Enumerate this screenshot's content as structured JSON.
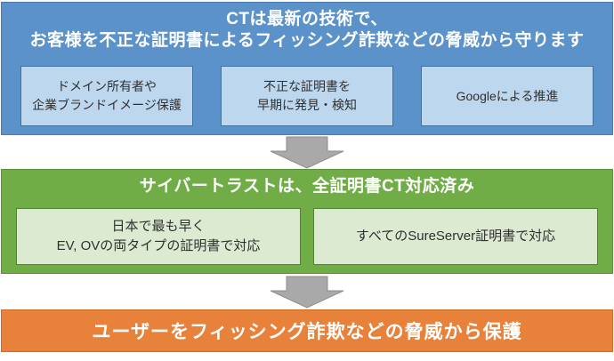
{
  "blue_section": {
    "title_line1": "CTは最新の技術で、",
    "title_line2": "お客様を不正な証明書によるフィッシング詐欺などの脅威から守ります",
    "boxes": [
      {
        "lines": [
          "ドメイン所有者や",
          "企業ブランドイメージ保護"
        ]
      },
      {
        "lines": [
          "不正な証明書を",
          "早期に発見・検知"
        ]
      },
      {
        "lines": [
          "Googleによる推進"
        ]
      }
    ]
  },
  "green_section": {
    "title": "サイバートラストは、全証明書CT対応済み",
    "boxes": [
      {
        "lines": [
          "日本で最も早く",
          "EV, OVの両タイプの証明書で対応"
        ]
      },
      {
        "lines": [
          "すべてのSureServer証明書で対応"
        ]
      }
    ]
  },
  "orange_section": {
    "title": "ユーザーをフィッシング詐欺などの脅威から保護"
  },
  "icons": {
    "arrow1": "down-arrow-icon",
    "arrow2": "down-arrow-icon"
  },
  "colors": {
    "blue_band": "#5b92c9",
    "blue_band_border": "#4a7cb2",
    "blue_box_bg": "#bdd7ee",
    "blue_box_border": "#41719c",
    "green_band": "#70ad47",
    "green_band_border": "#5a9038",
    "green_box_bg": "#dcead2",
    "green_box_border": "#538135",
    "orange_band": "#e8813a",
    "orange_band_border": "#d06b26",
    "arrow_fill": "#a9a9a9",
    "arrow_border": "#8c8c8c",
    "box_text": "#303030",
    "title_text": "#ffffff"
  }
}
